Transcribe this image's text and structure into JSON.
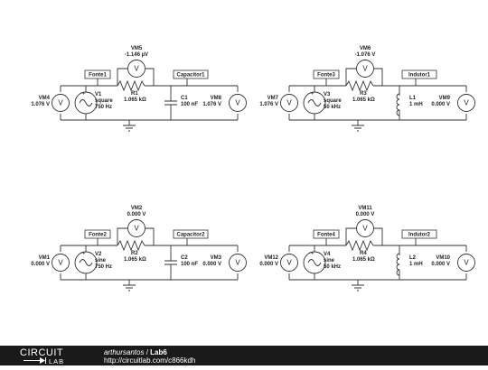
{
  "circuits": [
    {
      "voltmeter_top": {
        "name": "VM5",
        "value": "-1.146 µV"
      },
      "source_tag": "Fonte1",
      "probe_tag": "Capacitor1",
      "vm_left": {
        "name": "VM4",
        "value": "1.076 V"
      },
      "source": {
        "name": "V1",
        "line1": "square",
        "line2": "750 Hz"
      },
      "resistor": {
        "name": "R1",
        "value": "1.065 kΩ"
      },
      "component": {
        "kind": "capacitor",
        "name": "C1",
        "value": "100 nF"
      },
      "vm_right": {
        "name": "VM8",
        "value": "1.076 V"
      }
    },
    {
      "voltmeter_top": {
        "name": "VM6",
        "value": "-1.076 V"
      },
      "source_tag": "Fonte3",
      "probe_tag": "Indutor1",
      "vm_left": {
        "name": "VM7",
        "value": "1.076 V"
      },
      "source": {
        "name": "V3",
        "line1": "square",
        "line2": "50 kHz"
      },
      "resistor": {
        "name": "R3",
        "value": "1.065 kΩ"
      },
      "component": {
        "kind": "inductor",
        "name": "L1",
        "value": "1 mH"
      },
      "vm_right": {
        "name": "VM9",
        "value": "0.000 V"
      }
    },
    {
      "voltmeter_top": {
        "name": "VM2",
        "value": "0.000 V"
      },
      "source_tag": "Fonte2",
      "probe_tag": "Capacitor2",
      "vm_left": {
        "name": "VM1",
        "value": "0.000 V"
      },
      "source": {
        "name": "V2",
        "line1": "sine",
        "line2": "750 Hz"
      },
      "resistor": {
        "name": "R2",
        "value": "1.065 kΩ"
      },
      "component": {
        "kind": "capacitor",
        "name": "C2",
        "value": "100 nF"
      },
      "vm_right": {
        "name": "VM3",
        "value": "0.000 V"
      }
    },
    {
      "voltmeter_top": {
        "name": "VM11",
        "value": "0.000 V"
      },
      "source_tag": "Fonte4",
      "probe_tag": "Indutor2",
      "vm_left": {
        "name": "VM12",
        "value": "0.000 V"
      },
      "source": {
        "name": "V4",
        "line1": "sine",
        "line2": "50 kHz"
      },
      "resistor": {
        "name": "R4",
        "value": "1.065 kΩ"
      },
      "component": {
        "kind": "inductor",
        "name": "L2",
        "value": "1 mH"
      },
      "vm_right": {
        "name": "VM10",
        "value": "0.000 V"
      }
    }
  ],
  "footer": {
    "logo_top": "CIRCUIT",
    "logo_bottom": "LAB",
    "author": "arthursantos",
    "separator": " / ",
    "title": "Lab6",
    "url": "http://circuitlab.com/c866kdh"
  }
}
